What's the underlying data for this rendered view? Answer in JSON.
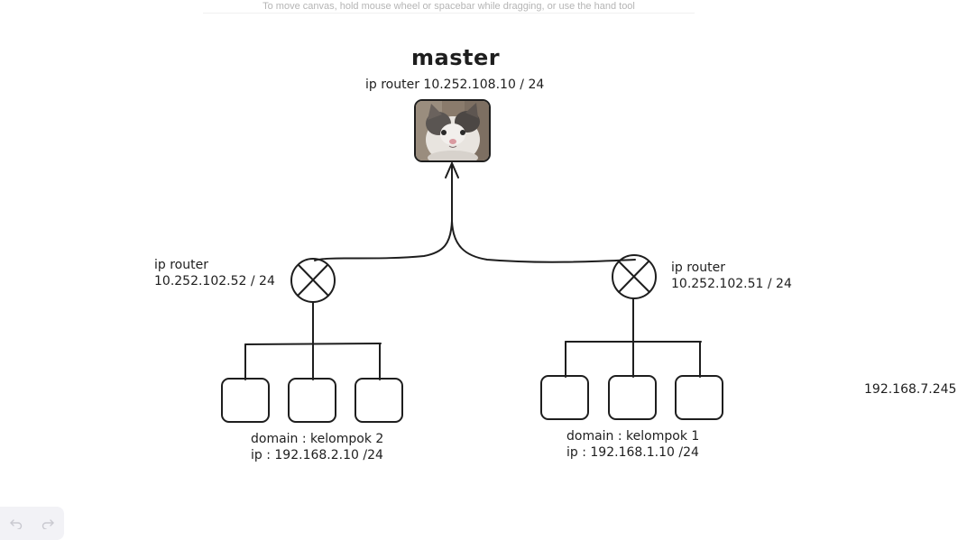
{
  "hint": "To move canvas, hold mouse wheel or spacebar while dragging, or use the hand tool",
  "master": {
    "title": "master",
    "ip": "ip router 10.252.108.10 / 24"
  },
  "router_left": {
    "line1": "ip router",
    "line2": "10.252.102.52 / 24"
  },
  "router_right": {
    "line1": "ip router",
    "line2": "10.252.102.51 / 24"
  },
  "group_left": {
    "domain": "domain : kelompok 2",
    "ip": "ip : 192.168.2.10 /24"
  },
  "group_right": {
    "domain": "domain : kelompok 1",
    "ip": "ip : 192.168.1.10 /24"
  },
  "loose_label": "192.168.7.245",
  "toolbar": {
    "undo_icon": "undo-icon",
    "redo_icon": "redo-icon"
  },
  "colors": {
    "stroke": "#1e1e1e",
    "hint": "#b5b5b5",
    "toolbar_bg": "#f2f2f6"
  }
}
